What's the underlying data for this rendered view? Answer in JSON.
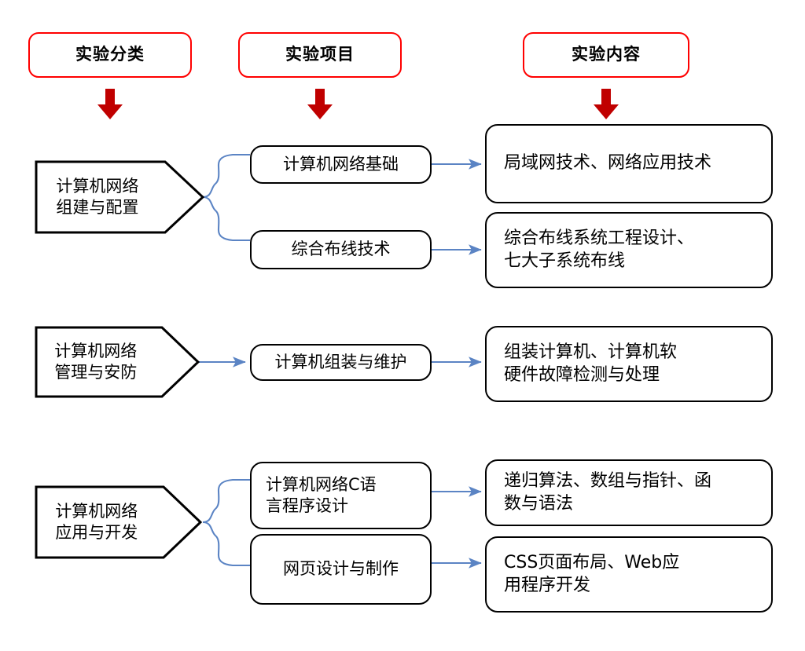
{
  "meta": {
    "title": "实验教学内容体系结构图",
    "colors": {
      "header_border": "#FF0000",
      "red_arrow": "#C00000",
      "box_border": "#000000",
      "connector_blue": "#5B84C4",
      "background": "#FFFFFF",
      "text": "#000000"
    }
  },
  "headers": [
    {
      "label": "实验分类",
      "icon": "down-arrow-icon"
    },
    {
      "label": "实验项目",
      "icon": "down-arrow-icon"
    },
    {
      "label": "实验内容",
      "icon": "down-arrow-icon"
    }
  ],
  "groups": [
    {
      "category": {
        "line1": "计算机网络",
        "line2": "组建与配置"
      },
      "connector": "curly-brace",
      "rows": [
        {
          "project": {
            "lines": [
              "计算机网络基础"
            ]
          },
          "content": {
            "lines": [
              "局域网技术、网络应用技术"
            ]
          }
        },
        {
          "project": {
            "lines": [
              "综合布线技术"
            ]
          },
          "content": {
            "lines": [
              "综合布线系统工程设计、",
              "七大子系统布线"
            ]
          }
        }
      ]
    },
    {
      "category": {
        "line1": "计算机网络",
        "line2": "管理与安防"
      },
      "connector": "straight-arrow",
      "rows": [
        {
          "project": {
            "lines": [
              "计算机组装与维护"
            ]
          },
          "content": {
            "lines": [
              "组装计算机、计算机软",
              "硬件故障检测与处理"
            ]
          }
        }
      ]
    },
    {
      "category": {
        "line1": "计算机网络",
        "line2": "应用与开发"
      },
      "connector": "curly-brace",
      "rows": [
        {
          "project": {
            "lines": [
              "计算机网络C语",
              "言程序设计"
            ]
          },
          "content": {
            "lines": [
              "递归算法、数组与指针、函",
              "数与语法"
            ]
          }
        },
        {
          "project": {
            "lines": [
              "网页设计与制作"
            ]
          },
          "content": {
            "lines": [
              "CSS页面布局、Web应",
              "用程序开发"
            ]
          }
        }
      ]
    }
  ]
}
